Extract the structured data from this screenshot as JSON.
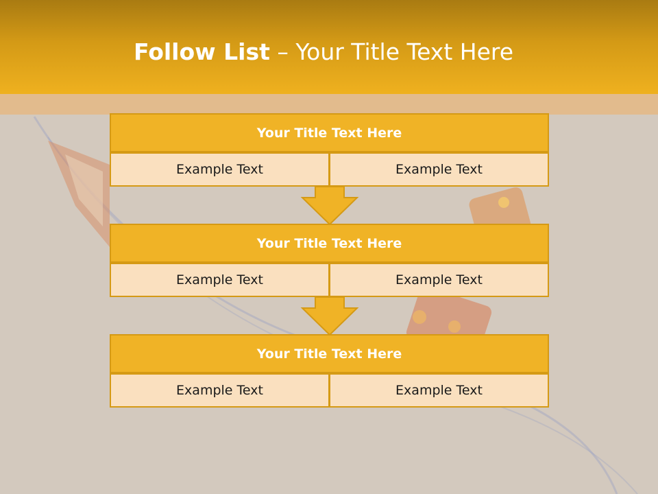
{
  "slide": {
    "title_bold": "Follow List",
    "title_rest": " – Your Title Text Here"
  },
  "steps": [
    {
      "title": "Your Title Text Here",
      "left": "Example Text",
      "right": "Example Text"
    },
    {
      "title": "Your Title Text Here",
      "left": "Example Text",
      "right": "Example Text"
    },
    {
      "title": "Your Title Text Here",
      "left": "Example Text",
      "right": "Example Text"
    }
  ],
  "colors": {
    "accent": "#f0b326",
    "border": "#d59a15",
    "cell_fill": "#fae0bf",
    "background": "#d3c9be"
  }
}
